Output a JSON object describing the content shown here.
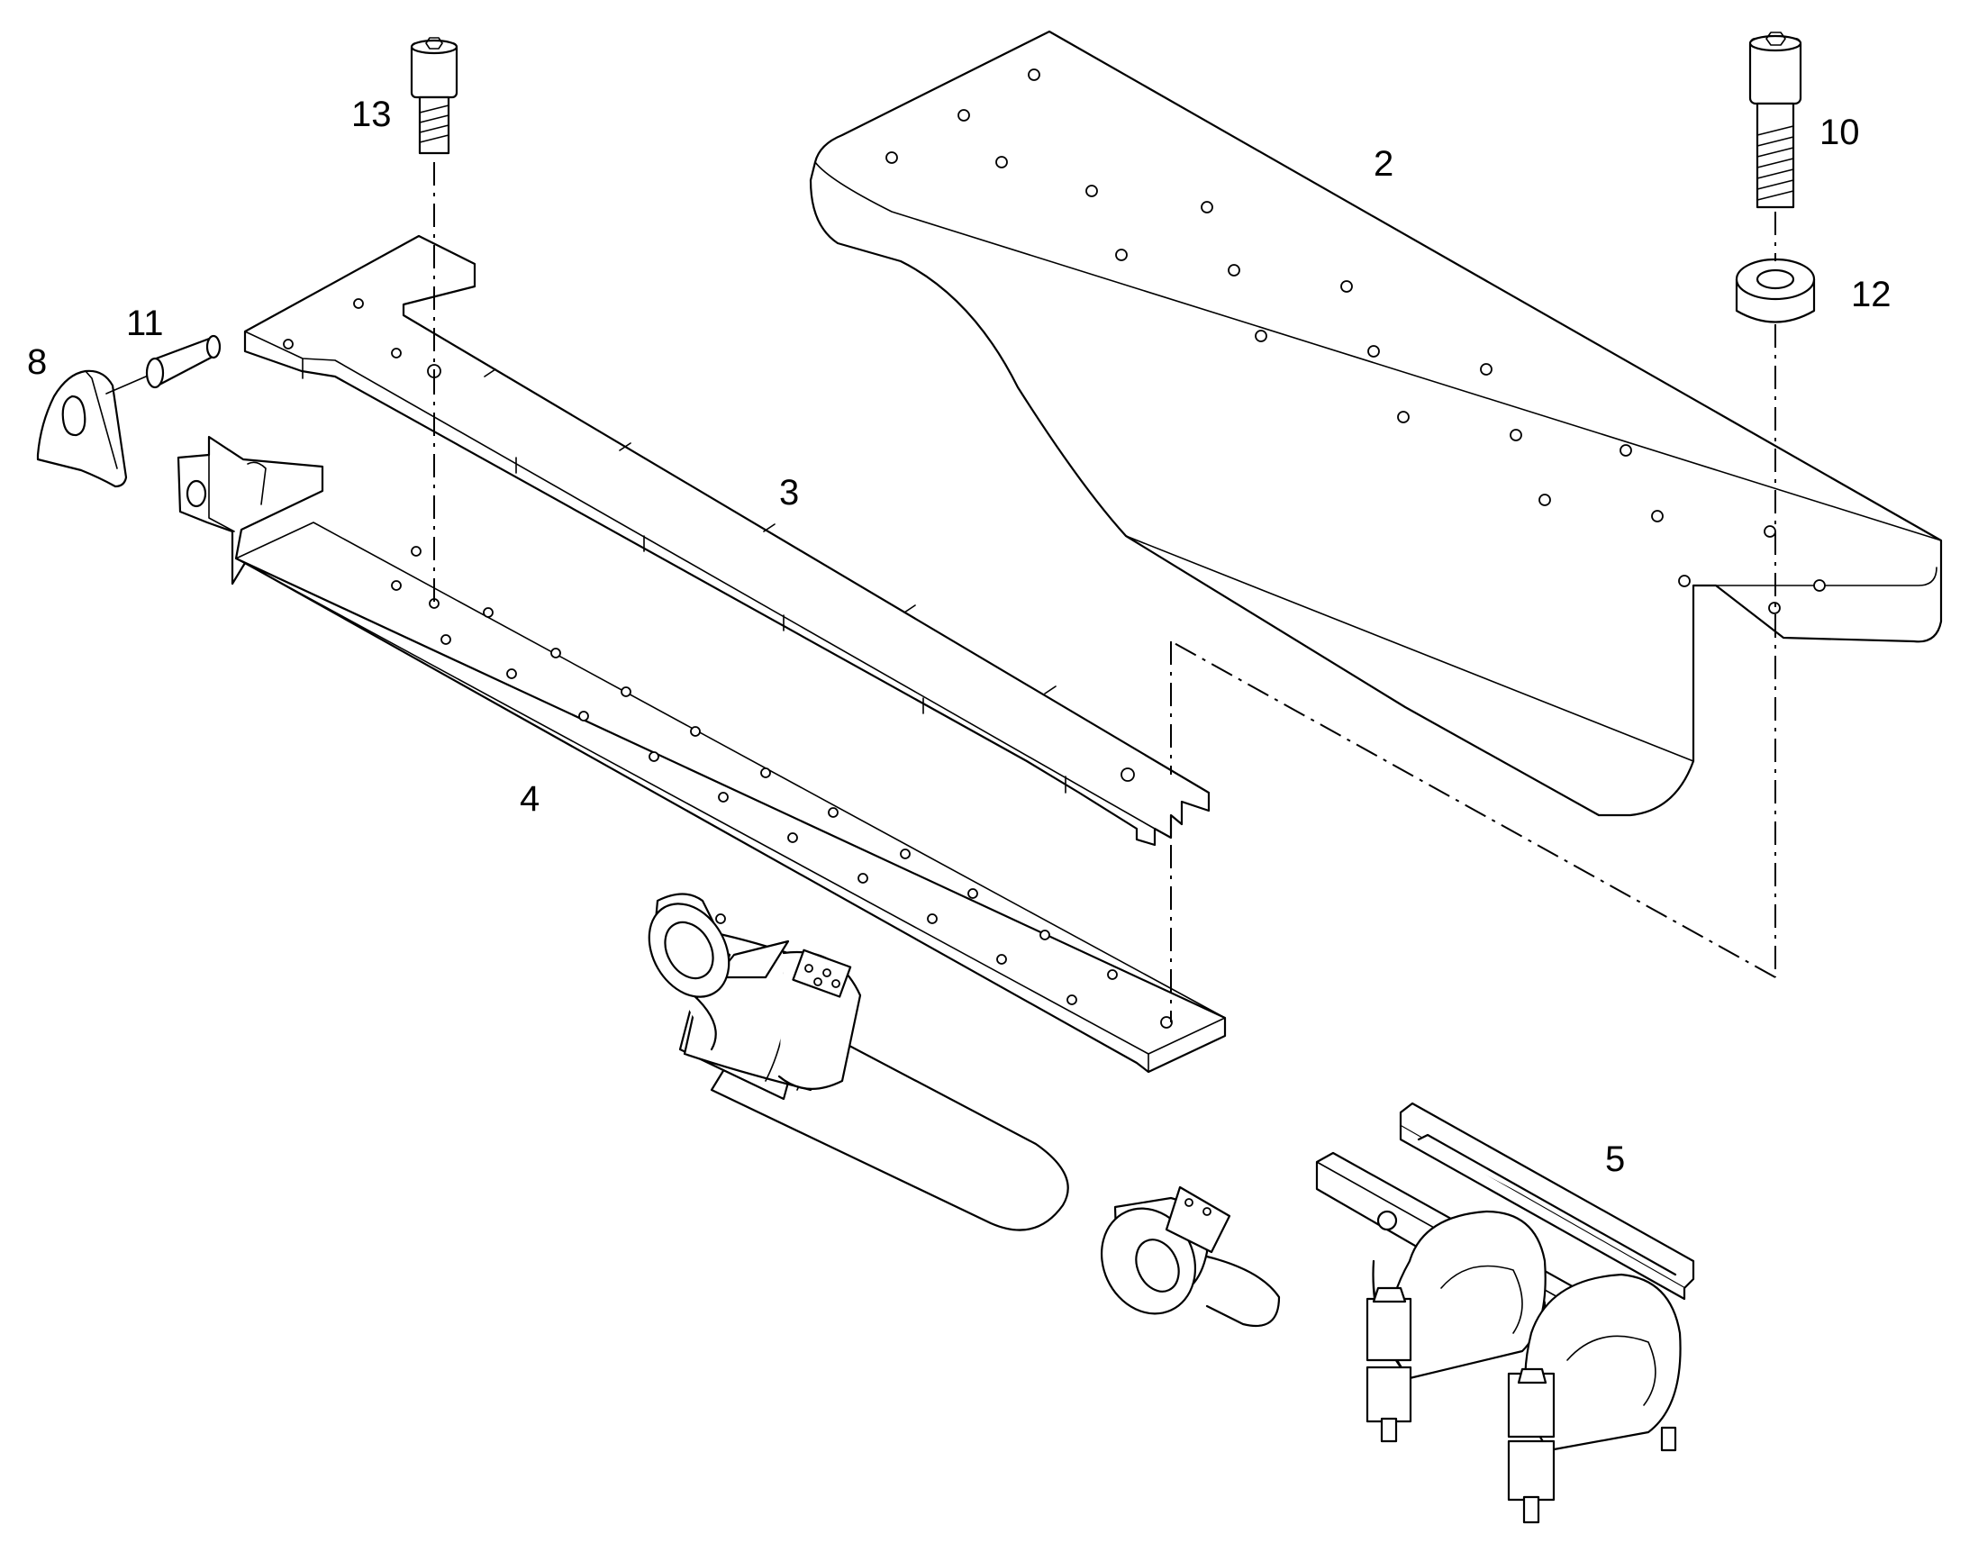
{
  "callouts": {
    "c2": "2",
    "c3": "3",
    "c4": "4",
    "c5": "5",
    "c8": "8",
    "c10": "10",
    "c11": "11",
    "c12": "12",
    "c13": "13"
  },
  "colors": {
    "line": "#000000",
    "background": "#ffffff"
  }
}
